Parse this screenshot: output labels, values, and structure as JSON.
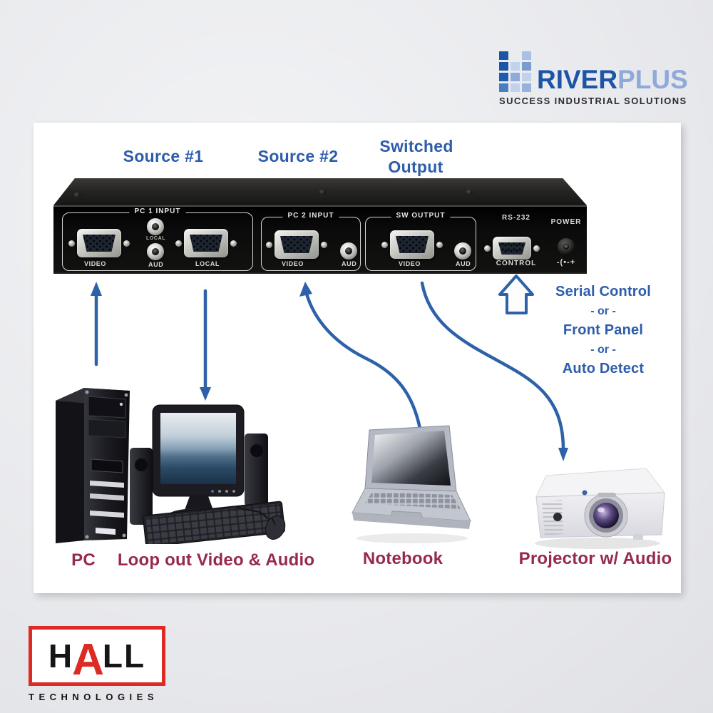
{
  "brand": {
    "riverplus_part1": "RIVER",
    "riverplus_part2": "PLUS",
    "riverplus_tagline": "SUCCESS INDUSTRIAL SOLUTIONS"
  },
  "diagram": {
    "source1": "Source #1",
    "source2": "Source #2",
    "switched_line1": "Switched",
    "switched_line2": "Output",
    "panel": {
      "pc1_title": "PC 1 INPUT",
      "pc1_video": "VIDEO",
      "pc1_jack_top": "LOCAL",
      "pc1_jack_bottom": "AUD",
      "pc1_local": "LOCAL",
      "pc2_title": "PC 2 INPUT",
      "pc2_video": "VIDEO",
      "pc2_aud": "AUD",
      "sw_title": "SW OUTPUT",
      "sw_video": "VIDEO",
      "sw_aud": "AUD",
      "rs232_title": "RS-232",
      "rs232_label": "CONTROL",
      "power_title": "POWER",
      "power_polarity": "-(•-+"
    },
    "control_note": [
      "Serial Control",
      "- or -",
      "Front Panel",
      "- or -",
      "Auto Detect"
    ],
    "captions": {
      "pc": "PC",
      "loop": "Loop out Video & Audio",
      "notebook": "Notebook",
      "projector": "Projector w/ Audio"
    }
  },
  "footer": {
    "hall_h": "H",
    "hall_a": "A",
    "hall_ll": "LL",
    "hall_sub": "TECHNOLOGIES"
  },
  "colors": {
    "label_blue": "#2d5cab",
    "caption_maroon": "#97294e",
    "arrow_blue": "#2e62a8",
    "hall_red": "#de2a24",
    "riverplus_dark": "#1c55a8",
    "riverplus_light": "#8fa9d9"
  }
}
